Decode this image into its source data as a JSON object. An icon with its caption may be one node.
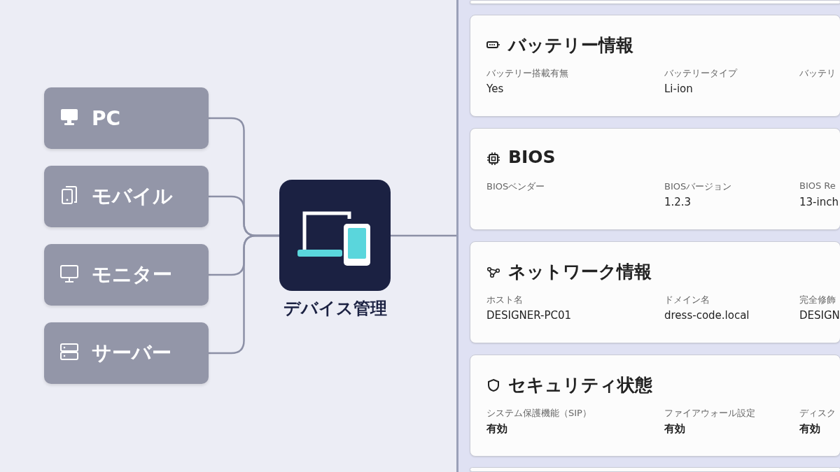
{
  "diagram": {
    "nodes": [
      {
        "text": [
          "PC"
        ]
      },
      {
        "text": [
          "モバイル"
        ]
      },
      {
        "text": [
          "モニター"
        ]
      },
      {
        "text": [
          "サーバー"
        ]
      },
      {
        "text": [
          "デバイス管理"
        ]
      },
      {
        "text": [],
        "shape": "box"
      },
      {
        "text": [],
        "shape": "box",
        "in": 5
      },
      {
        "text": [
          "バッテリー情報",
          "バッテリー搭載有無",
          "Yes",
          "バッテリータイプ",
          "Li-ion",
          "バッテリ"
        ],
        "in": 5
      },
      {
        "text": [
          "BIOS",
          "BIOSベンダー",
          "BIOSバージョン",
          "1.2.3",
          "BIOS Re",
          "13-inch"
        ],
        "in": 5
      },
      {
        "text": [
          "ネットワーク情報",
          "ホスト名",
          "DESIGNER-PC01",
          "ドメイン名",
          "dress-code.local",
          "完全修飾",
          "DESIGN"
        ],
        "in": 5
      },
      {
        "text": [
          "セキュリティ状態",
          "システム保護機能（SIP）",
          "有効",
          "ファイアウォール設定",
          "有効",
          "ディスク",
          "有効"
        ],
        "in": 5
      },
      {
        "text": [],
        "shape": "box",
        "in": 5
      }
    ],
    "edges": [
      {
        "from": 0,
        "to": 4,
        "arrow": "none"
      },
      {
        "from": 1,
        "to": 4,
        "arrow": "none"
      },
      {
        "from": 2,
        "to": 4,
        "arrow": "none"
      },
      {
        "from": 3,
        "to": 4,
        "arrow": "none"
      },
      {
        "from": 4,
        "to": 5,
        "arrow": "none"
      }
    ]
  }
}
